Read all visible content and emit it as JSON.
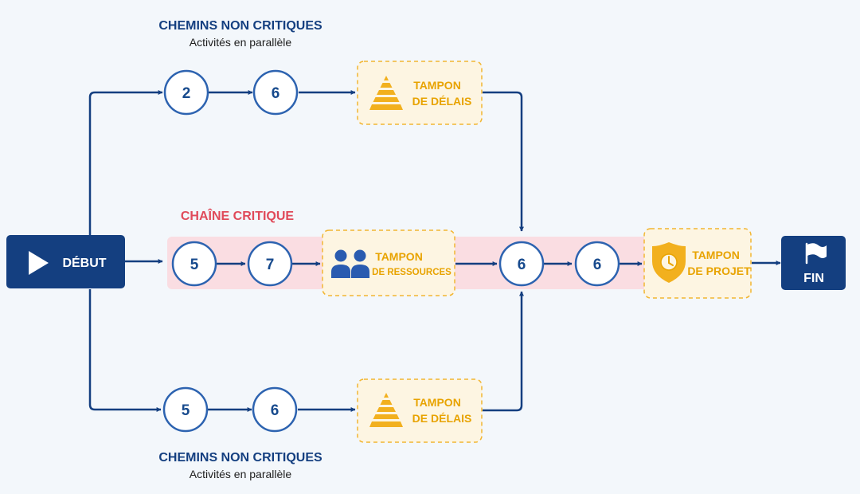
{
  "labels": {
    "top_heading": "CHEMINS NON CRITIQUES",
    "top_sub": "Activités en parallèle",
    "critical_heading": "CHAÎNE CRITIQUE",
    "bottom_heading": "CHEMINS NON CRITIQUES",
    "bottom_sub": "Activités en parallèle"
  },
  "start": {
    "label": "DÉBUT",
    "icon": "play-icon"
  },
  "end": {
    "label": "FIN",
    "icon": "flag-icon"
  },
  "top_path": {
    "nodes": [
      "2",
      "6"
    ],
    "buffer": {
      "line1": "TAMPON",
      "line2": "DE DÉLAIS",
      "icon": "pyramid-icon"
    }
  },
  "critical_chain": {
    "nodes_before_buffer": [
      "5",
      "7"
    ],
    "resource_buffer": {
      "line1": "TAMPON",
      "line2": "DE RESSOURCES",
      "icon": "people-icon"
    },
    "nodes_after_buffer": [
      "6",
      "6"
    ],
    "project_buffer": {
      "line1": "TAMPON",
      "line2": "DE PROJET",
      "icon": "shield-clock-icon"
    }
  },
  "bottom_path": {
    "nodes": [
      "5",
      "6"
    ],
    "buffer": {
      "line1": "TAMPON",
      "line2": "DE DÉLAIS",
      "icon": "pyramid-icon"
    }
  },
  "colors": {
    "primary_blue": "#143f80",
    "node_stroke": "#2d63b0",
    "critical_band": "#fadde2",
    "critical_text": "#e04a5a",
    "buffer_fill": "#fdf5e2",
    "buffer_border": "#f2b632",
    "buffer_text": "#e8a300",
    "background": "#f3f7fb"
  }
}
